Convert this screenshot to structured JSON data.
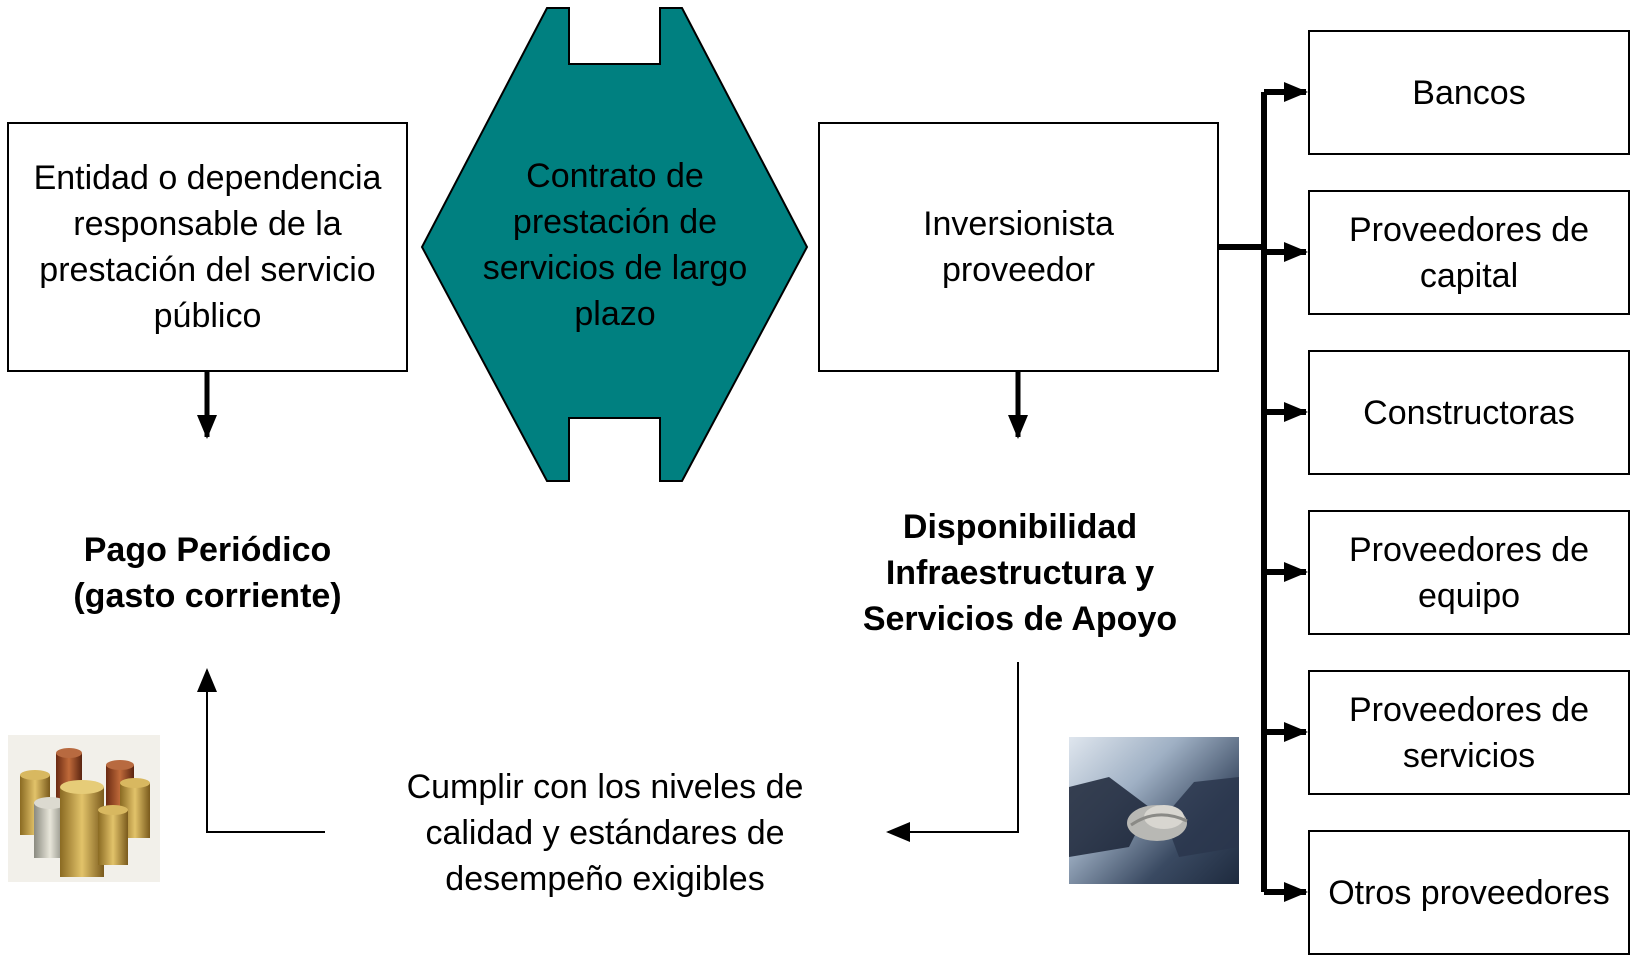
{
  "colors": {
    "accent": "#008080",
    "line": "#000000",
    "background": "#ffffff"
  },
  "left_box": {
    "text": "Entidad o dependencia responsable de la prestación del servicio público"
  },
  "contract": {
    "text": "Contrato de prestación de servicios de largo plazo"
  },
  "investor_box": {
    "text": "Inversionista proveedor"
  },
  "payment": {
    "text": "Pago Periódico (gasto corriente)"
  },
  "availability": {
    "text": "Disponibilidad Infraestructura y Servicios de Apoyo"
  },
  "compliance": {
    "text": "Cumplir con los niveles de calidad y estándares de desempeño exigibles"
  },
  "providers": [
    {
      "label": "Bancos"
    },
    {
      "label": "Proveedores de capital"
    },
    {
      "label": "Constructoras"
    },
    {
      "label": "Proveedores de equipo"
    },
    {
      "label": "Proveedores de servicios"
    },
    {
      "label": "Otros proveedores"
    }
  ],
  "images": {
    "coins": "coins-photo",
    "handshake": "handshake-photo"
  }
}
